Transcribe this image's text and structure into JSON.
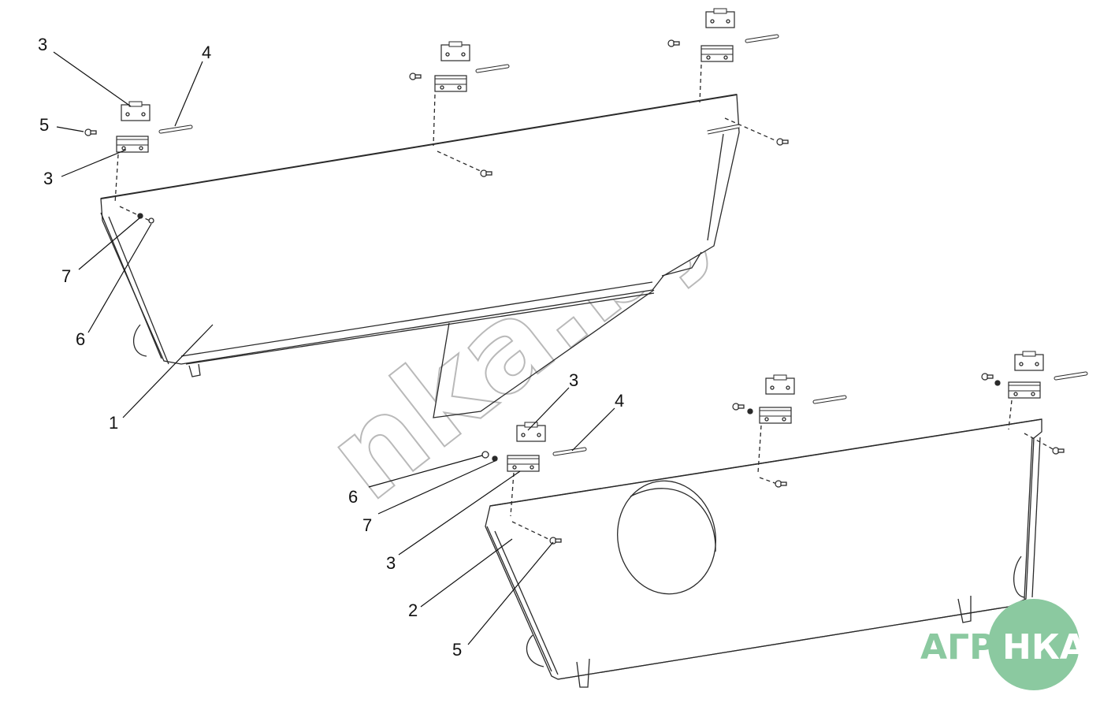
{
  "watermark": {
    "text": "nka.by",
    "color": "#bdbdbd"
  },
  "logo": {
    "left_text": "АГРО",
    "right_text": "НКА",
    "color": "#8bc9a0"
  },
  "callouts": {
    "top_3": "3",
    "top_4": "4",
    "top_5": "5",
    "top_3b": "3",
    "top_7": "7",
    "top_6": "6",
    "top_1": "1",
    "bot_3": "3",
    "bot_4": "4",
    "bot_6": "6",
    "bot_7": "7",
    "bot_3b": "3",
    "bot_2": "2",
    "bot_5": "5"
  },
  "colors": {
    "line": "#2a2a2a",
    "leader": "#111111"
  }
}
